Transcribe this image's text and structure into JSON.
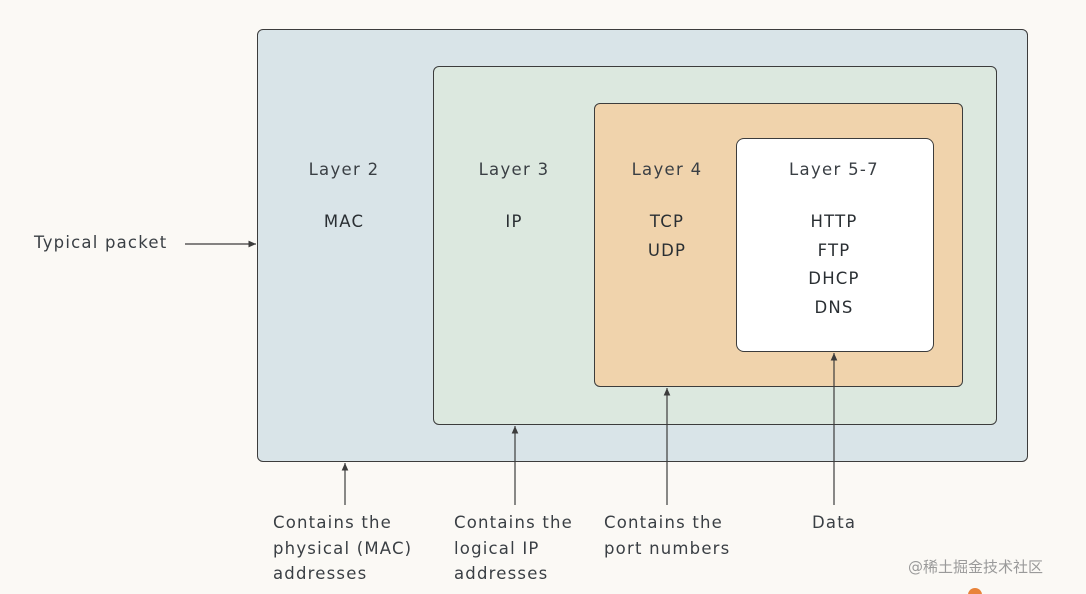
{
  "side_label": "Typical packet",
  "layers": [
    {
      "title": "Layer 2",
      "protocols": [
        "MAC"
      ],
      "caption": [
        "Contains the",
        "physical (MAC)",
        "addresses"
      ]
    },
    {
      "title": "Layer 3",
      "protocols": [
        "IP"
      ],
      "caption": [
        "Contains the",
        "logical IP",
        "addresses"
      ]
    },
    {
      "title": "Layer 4",
      "protocols": [
        "TCP",
        "UDP"
      ],
      "caption": [
        "Contains the",
        "port numbers"
      ]
    },
    {
      "title": "Layer 5-7",
      "protocols": [
        "HTTP",
        "FTP",
        "DHCP",
        "DNS"
      ],
      "caption": [
        "Data"
      ]
    }
  ],
  "watermark": "@稀土掘金技术社区",
  "colors": {
    "layer2_fill": "#d9e4e8",
    "layer3_fill": "#dce8df",
    "layer4_fill": "#f0d3ac",
    "layer57_fill": "#ffffff",
    "background": "#fbf9f5"
  }
}
